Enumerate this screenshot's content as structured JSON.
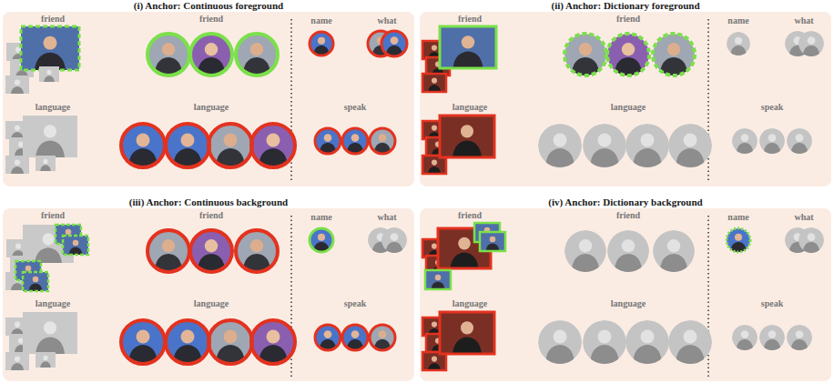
{
  "diagram": {
    "nodes": [
      {
        "text": [
          "(i) Anchor: Continuous foreground"
        ]
      },
      {
        "text": [
          "(ii) Anchor: Dictionary foreground"
        ]
      },
      {
        "text": [
          "(iii) Anchor: Continuous background"
        ]
      },
      {
        "text": [
          "(iv) Anchor: Dictionary background"
        ]
      }
    ],
    "labels": [
      "friend",
      "friend",
      "name",
      "what",
      "language",
      "language",
      "speak",
      "friend",
      "friend",
      "name",
      "what",
      "language",
      "language",
      "speak",
      "friend",
      "friend",
      "name",
      "what",
      "language",
      "language",
      "speak",
      "friend",
      "friend",
      "name",
      "what",
      "language",
      "language",
      "speak"
    ]
  }
}
